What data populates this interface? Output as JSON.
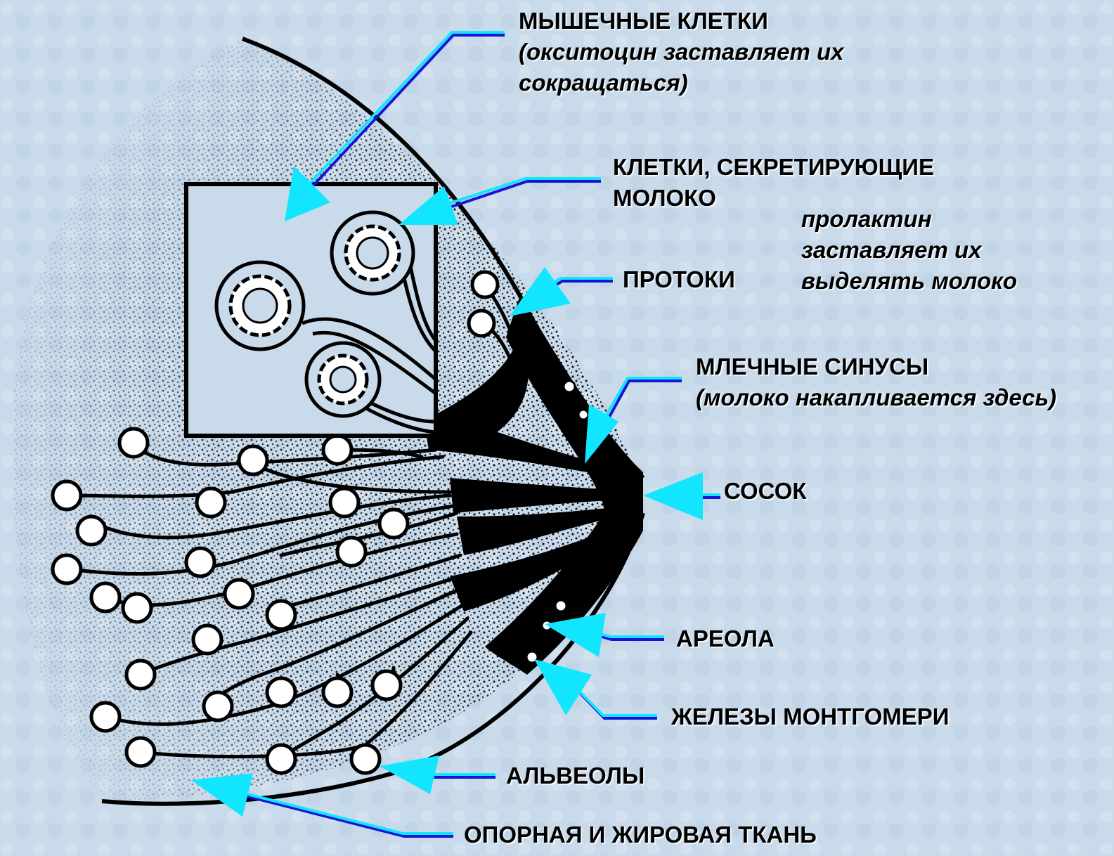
{
  "colors": {
    "background": "#c9daea",
    "arrow_cyan": "#12e6ff",
    "arrow_blue": "#1515d8",
    "ink": "#000000"
  },
  "labels": {
    "muscle_cells": {
      "title": "МЫШЕЧНЫЕ КЛЕТКИ",
      "note_line1": "(окситоцин заставляет их",
      "note_line2": "сокращаться)"
    },
    "secreting_cells": {
      "line1": "КЛЕТКИ, СЕКРЕТИРУЮЩИЕ",
      "line2": "МОЛОКО"
    },
    "prolactin_note": {
      "line1": "пролактин",
      "line2": "заставляет их",
      "line3": "выделять молоко"
    },
    "ducts": "ПРОТОКИ",
    "sinuses": {
      "title": "МЛЕЧНЫЕ СИНУСЫ",
      "note": "(молоко накапливается здесь)"
    },
    "nipple": "СОСОК",
    "areola": "АРЕОЛА",
    "montgomery": "ЖЕЛЕЗЫ МОНТГОМЕРИ",
    "alveoli": "АЛЬВЕОЛЫ",
    "tissue": "ОПОРНАЯ И ЖИРОВАЯ ТКАНЬ"
  }
}
